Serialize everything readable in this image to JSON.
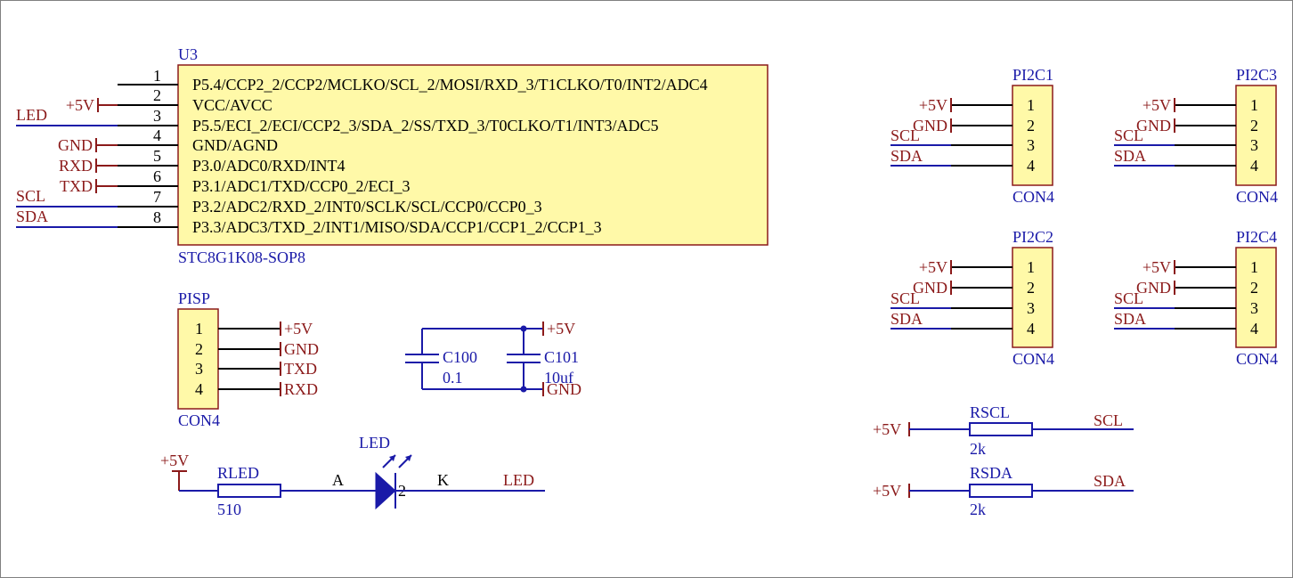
{
  "colors": {
    "wire": "#1a1aa8",
    "net_label_power": "#8b1a1a",
    "part_body": "#fff9a8",
    "part_outline": "#8b1a1a",
    "pin_line": "#000000"
  },
  "u3": {
    "designator": "U3",
    "part": "STC8G1K08-SOP8",
    "pins": [
      {
        "num": "1",
        "name": "P5.4/CCP2_2/CCP2/MCLKO/SCL_2/MOSI/RXD_3/T1CLKO/T0/INT2/ADC4",
        "net": ""
      },
      {
        "num": "2",
        "name": "VCC/AVCC",
        "net": "+5V"
      },
      {
        "num": "3",
        "name": "P5.5/ECI_2/ECI/CCP2_3/SDA_2/SS/TXD_3/T0CLKO/T1/INT3/ADC5",
        "net": "LED"
      },
      {
        "num": "4",
        "name": "GND/AGND",
        "net": "GND"
      },
      {
        "num": "5",
        "name": "P3.0/ADC0/RXD/INT4",
        "net": "RXD"
      },
      {
        "num": "6",
        "name": "P3.1/ADC1/TXD/CCP0_2/ECI_3",
        "net": "TXD"
      },
      {
        "num": "7",
        "name": "P3.2/ADC2/RXD_2/INT0/SCLK/SCL/CCP0/CCP0_3",
        "net": "SCL"
      },
      {
        "num": "8",
        "name": "P3.3/ADC3/TXD_2/INT1/MISO/SDA/CCP1/CCP1_2/CCP1_3",
        "net": "SDA"
      }
    ]
  },
  "connectors": [
    {
      "id": "PI2C1",
      "designator": "PI2C1",
      "part": "CON4",
      "pins": [
        "1",
        "2",
        "3",
        "4"
      ],
      "nets": [
        "+5V",
        "GND",
        "SCL",
        "SDA"
      ]
    },
    {
      "id": "PI2C3",
      "designator": "PI2C3",
      "part": "CON4",
      "pins": [
        "1",
        "2",
        "3",
        "4"
      ],
      "nets": [
        "+5V",
        "GND",
        "SCL",
        "SDA"
      ]
    },
    {
      "id": "PI2C2",
      "designator": "PI2C2",
      "part": "CON4",
      "pins": [
        "1",
        "2",
        "3",
        "4"
      ],
      "nets": [
        "+5V",
        "GND",
        "SCL",
        "SDA"
      ]
    },
    {
      "id": "PI2C4",
      "designator": "PI2C4",
      "part": "CON4",
      "pins": [
        "1",
        "2",
        "3",
        "4"
      ],
      "nets": [
        "+5V",
        "GND",
        "SCL",
        "SDA"
      ]
    }
  ],
  "pisp": {
    "designator": "PISP",
    "part": "CON4",
    "pins": [
      "1",
      "2",
      "3",
      "4"
    ],
    "nets": [
      "+5V",
      "GND",
      "TXD",
      "RXD"
    ]
  },
  "caps": {
    "c100": {
      "designator": "C100",
      "value": "0.1"
    },
    "c101": {
      "designator": "C101",
      "value": "10uf"
    },
    "top_net": "+5V",
    "bottom_net": "GND"
  },
  "led_circuit": {
    "supply_net": "+5V",
    "resistor": {
      "designator": "RLED",
      "value": "510"
    },
    "led_designator": "LED",
    "anode": "A",
    "cathode": "K",
    "pin2": "2",
    "out_net": "LED"
  },
  "pullups": [
    {
      "supply_net": "+5V",
      "designator": "RSCL",
      "value": "2k",
      "net": "SCL"
    },
    {
      "supply_net": "+5V",
      "designator": "RSDA",
      "value": "2k",
      "net": "SDA"
    }
  ]
}
